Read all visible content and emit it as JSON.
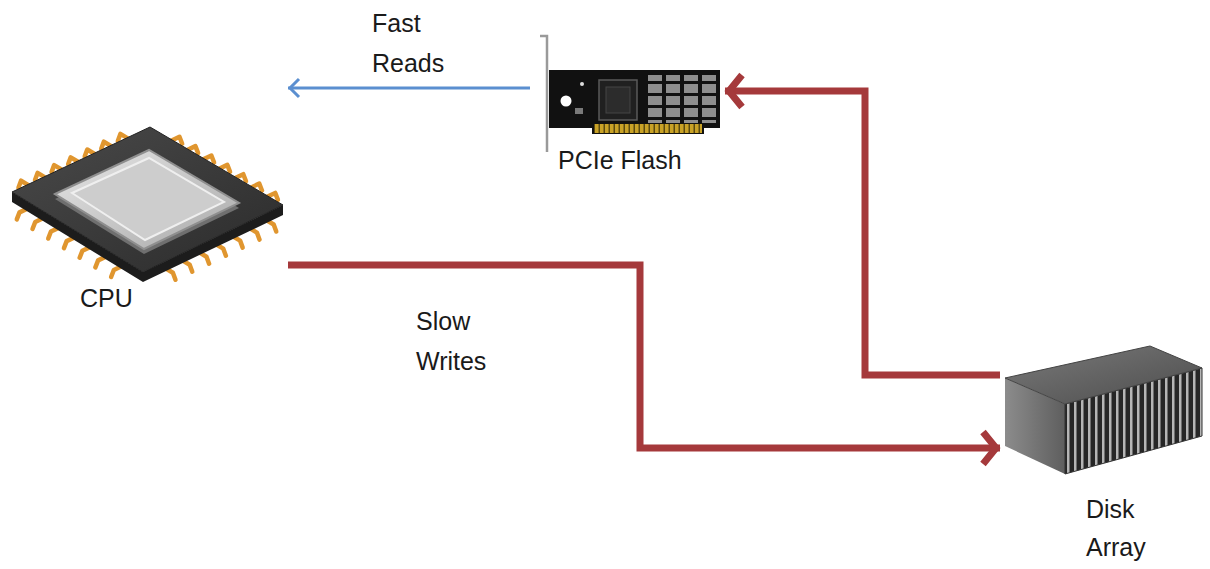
{
  "diagram": {
    "nodes": [
      {
        "text": [
          "CPU"
        ]
      },
      {
        "text": [
          "PCIe Flash"
        ]
      },
      {
        "text": [
          "Disk Array"
        ]
      }
    ],
    "edges": [
      {
        "from": 0,
        "to": 2,
        "arrow": "to",
        "label": "Slow Writes"
      },
      {
        "from": 2,
        "to": 1,
        "arrow": "to"
      },
      {
        "from": 1,
        "to": 0,
        "arrow": "to",
        "label": "Fast Reads"
      }
    ]
  }
}
